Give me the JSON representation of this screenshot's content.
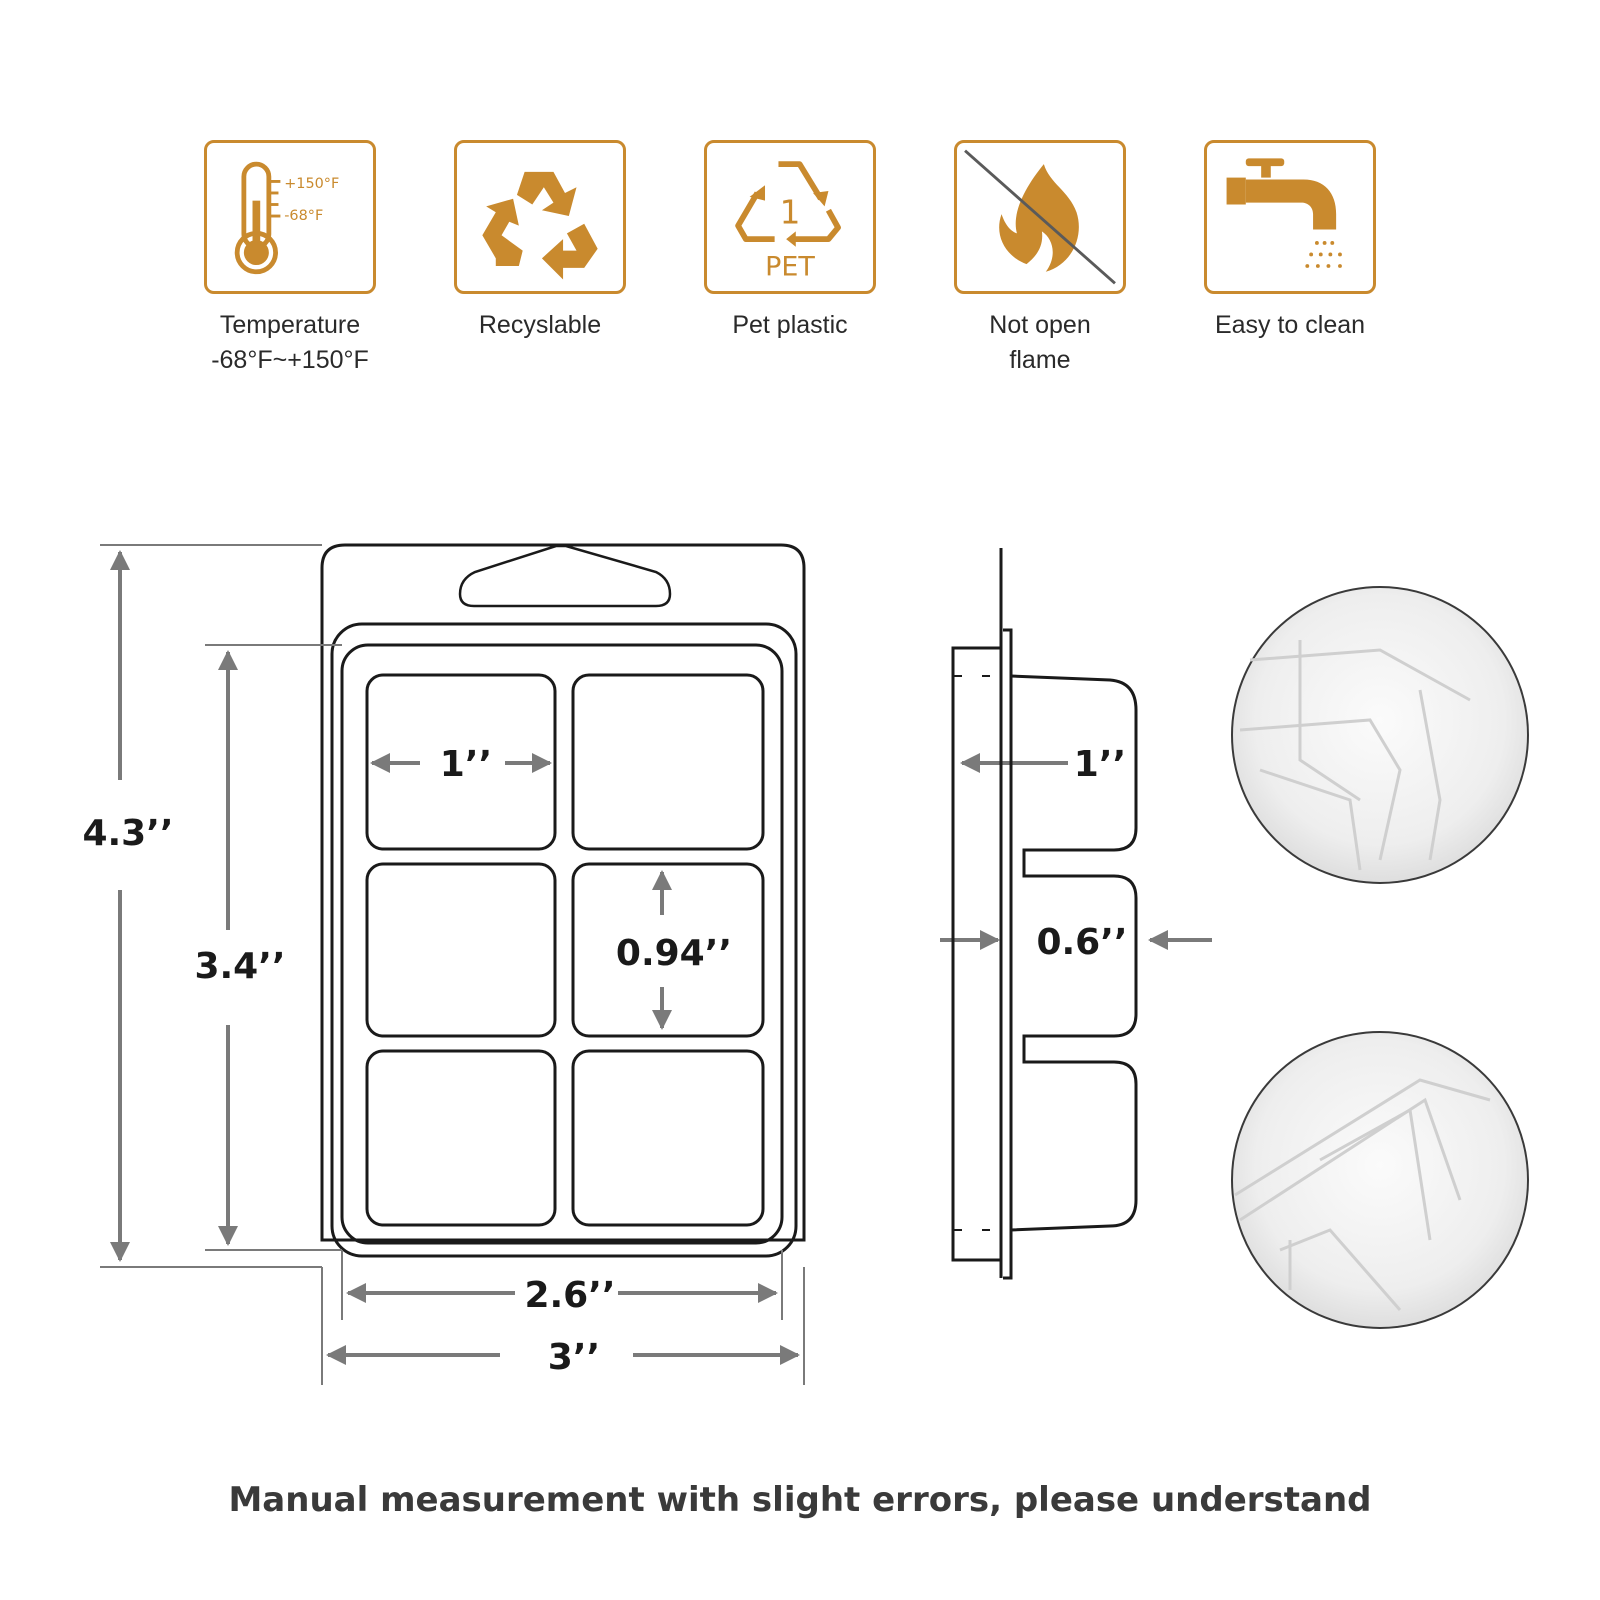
{
  "colors": {
    "accent": "#c98a2e",
    "line": "#1a1a1a",
    "arrow": "#7a7a7a"
  },
  "features": [
    {
      "icon": "thermometer-icon",
      "label": "Temperature\n-68°F~+150°F",
      "icon_text_high": "+150°F",
      "icon_text_low": "-68°F"
    },
    {
      "icon": "recycle-icon",
      "label": "Recyslable"
    },
    {
      "icon": "pet-recycle-code-icon",
      "label": "Pet plastic",
      "icon_number": "1",
      "icon_text": "PET"
    },
    {
      "icon": "no-open-flame-icon",
      "label": "Not open\nflame"
    },
    {
      "icon": "faucet-icon",
      "label": "Easy to clean"
    }
  ],
  "dimensions": {
    "total_height": "4.3’’",
    "tray_height": "3.4’’",
    "cavity_width": "1’’",
    "cavity_height": "0.94’’",
    "tray_width": "2.6’’",
    "total_width": "3’’",
    "side_depth": "1’’",
    "side_thickness": "0.6’’"
  },
  "footnote": "Manual measurement with slight errors, please understand"
}
